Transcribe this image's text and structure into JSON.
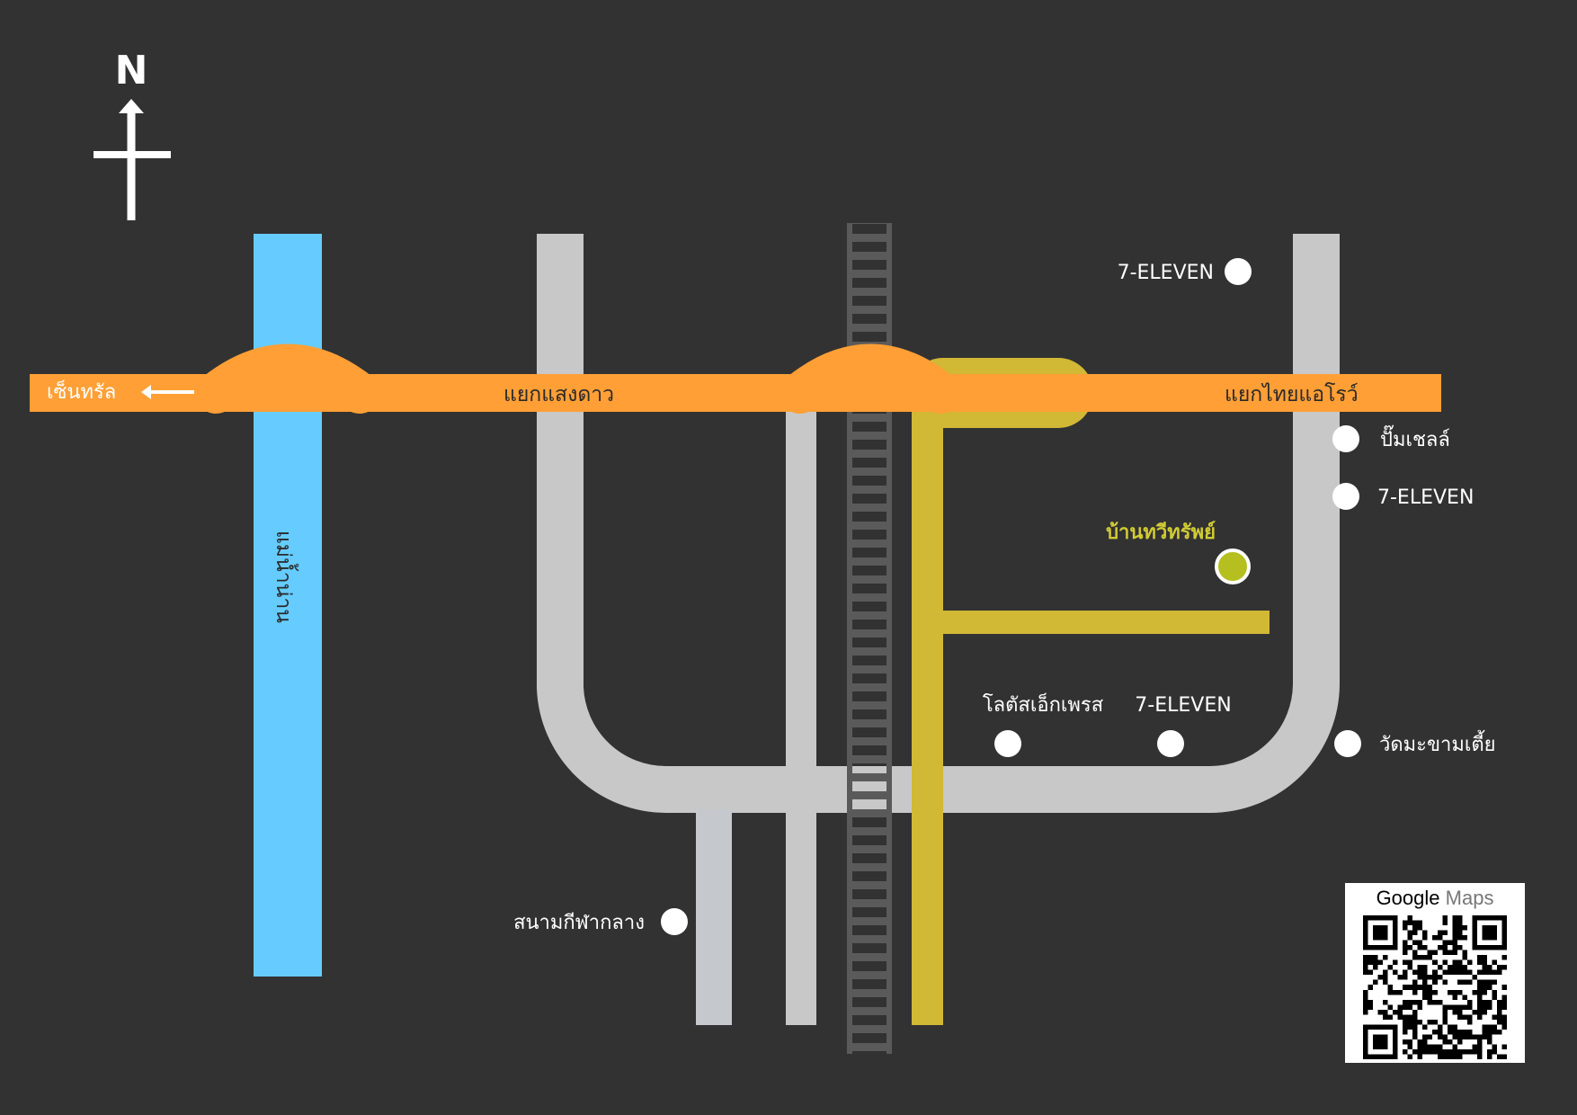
{
  "compass": {
    "label": "N"
  },
  "roads": {
    "main_left_label": "เซ็นทรัล",
    "main_junction_1": "แยกแสงดาว",
    "main_junction_2": "แยกไทยแอโรว์",
    "river_label": "แม่น้ำน่าน"
  },
  "places": {
    "seven_eleven_top": "7-ELEVEN",
    "pump": "ปั๊มเชลล์",
    "seven_eleven_right": "7-ELEVEN",
    "destination": "บ้านทวีทรัพย์",
    "lotus": "โลตัสเอ็กเพรส",
    "seven_eleven_bottom": "7-ELEVEN",
    "temple": "วัดมะขามเตี้ย",
    "stadium": "สนามกีฬากลาง"
  },
  "qr": {
    "brand_google": "Google",
    "brand_maps": "Maps"
  },
  "colors": {
    "background": "#323232",
    "main_road": "#FF9F36",
    "river": "#66CCFF",
    "secondary_road": "#C8C8C8",
    "highlight_road": "#D1B835",
    "rail": "#5A5A5A",
    "destination_dot": "#B5BF1F",
    "destination_text": "#D1CB35"
  },
  "icons": {
    "compass": "north-arrow-icon",
    "direction": "arrow-left-icon"
  }
}
